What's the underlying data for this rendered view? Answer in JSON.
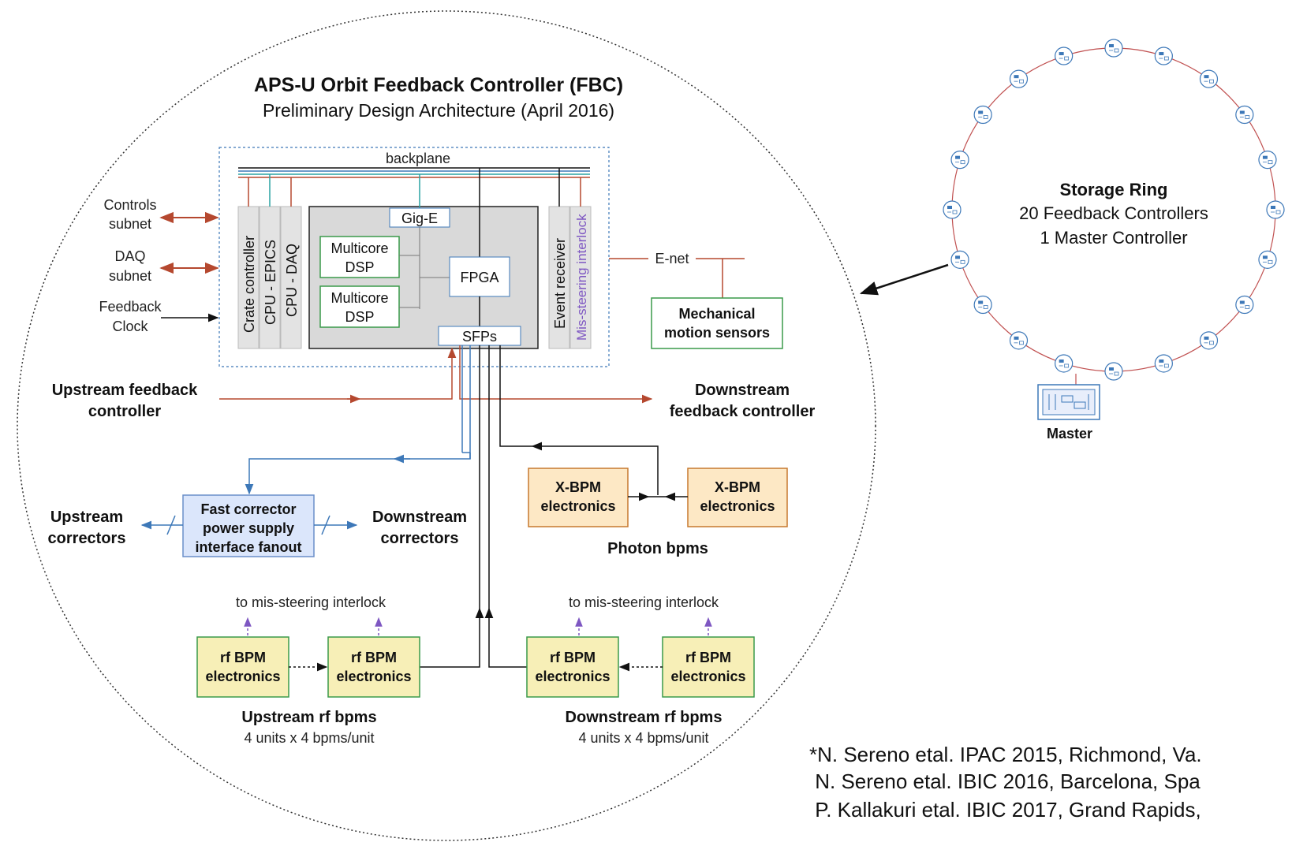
{
  "title": "APS-U Orbit Feedback Controller (FBC)",
  "subtitle": "Preliminary Design Architecture (April 2016)",
  "backplane": "backplane",
  "left_labels": {
    "controls_1": "Controls",
    "controls_2": "subnet",
    "daq_1": "DAQ",
    "daq_2": "subnet",
    "fbclock_1": "Feedback",
    "fbclock_2": "Clock"
  },
  "crate_cards": [
    "Crate controller",
    "CPU - EPICS",
    "CPU - DAQ"
  ],
  "right_cards": {
    "event_receiver": "Event receiver",
    "mis_steering": "Mis-steering interlock"
  },
  "main_board": {
    "gig_e": "Gig-E",
    "dsp1_1": "Multicore",
    "dsp1_2": "DSP",
    "dsp2_1": "Multicore",
    "dsp2_2": "DSP",
    "fpga": "FPGA",
    "sfps": "SFPs"
  },
  "enet": "E-net",
  "mechanical_1": "Mechanical",
  "mechanical_2": "motion sensors",
  "upstream_fb_1": "Upstream feedback",
  "upstream_fb_2": "controller",
  "downstream_fb_1": "Downstream",
  "downstream_fb_2": "feedback controller",
  "fanout_1": "Fast corrector",
  "fanout_2": "power supply",
  "fanout_3": "interface fanout",
  "upstream_corr_1": "Upstream",
  "upstream_corr_2": "correctors",
  "downstream_corr_1": "Downstream",
  "downstream_corr_2": "correctors",
  "xbpm_1": "X-BPM",
  "xbpm_2": "electronics",
  "photon_bpms": "Photon bpms",
  "mis_steering_target": "to mis-steering interlock",
  "rfbpm_1": "rf BPM",
  "rfbpm_2": "electronics",
  "upstream_rf_1": "Upstream rf bpms",
  "upstream_rf_2": "4 units x 4 bpms/unit",
  "downstream_rf_1": "Downstream rf bpms",
  "downstream_rf_2": "4 units x 4 bpms/unit",
  "ring": {
    "title": "Storage Ring",
    "line2": "20 Feedback Controllers",
    "line3": "1 Master Controller",
    "master": "Master",
    "node_count": 20
  },
  "references": [
    "*N. Sereno etal. IPAC 2015, Richmond, Va.",
    " N. Sereno etal. IBIC 2016, Barcelona, Spa",
    " P. Kallakuri etal. IBIC 2017, Grand Rapids,"
  ],
  "colors": {
    "red_line": "#b5482f",
    "blue_line": "#3d78b8",
    "teal_line": "#2aa3a3",
    "green_border": "#3a9a4a",
    "bpm_fill": "#f7efb7",
    "xbpm_fill": "#fde8c5",
    "xbpm_border": "#c7792f",
    "fanout_fill": "#dbe6fb",
    "fanout_border": "#6a8fc9",
    "board_fill": "#d9d9d9",
    "card_fill": "#e3e3e3",
    "purple": "#7e57c2",
    "ring_red": "#c05050"
  }
}
